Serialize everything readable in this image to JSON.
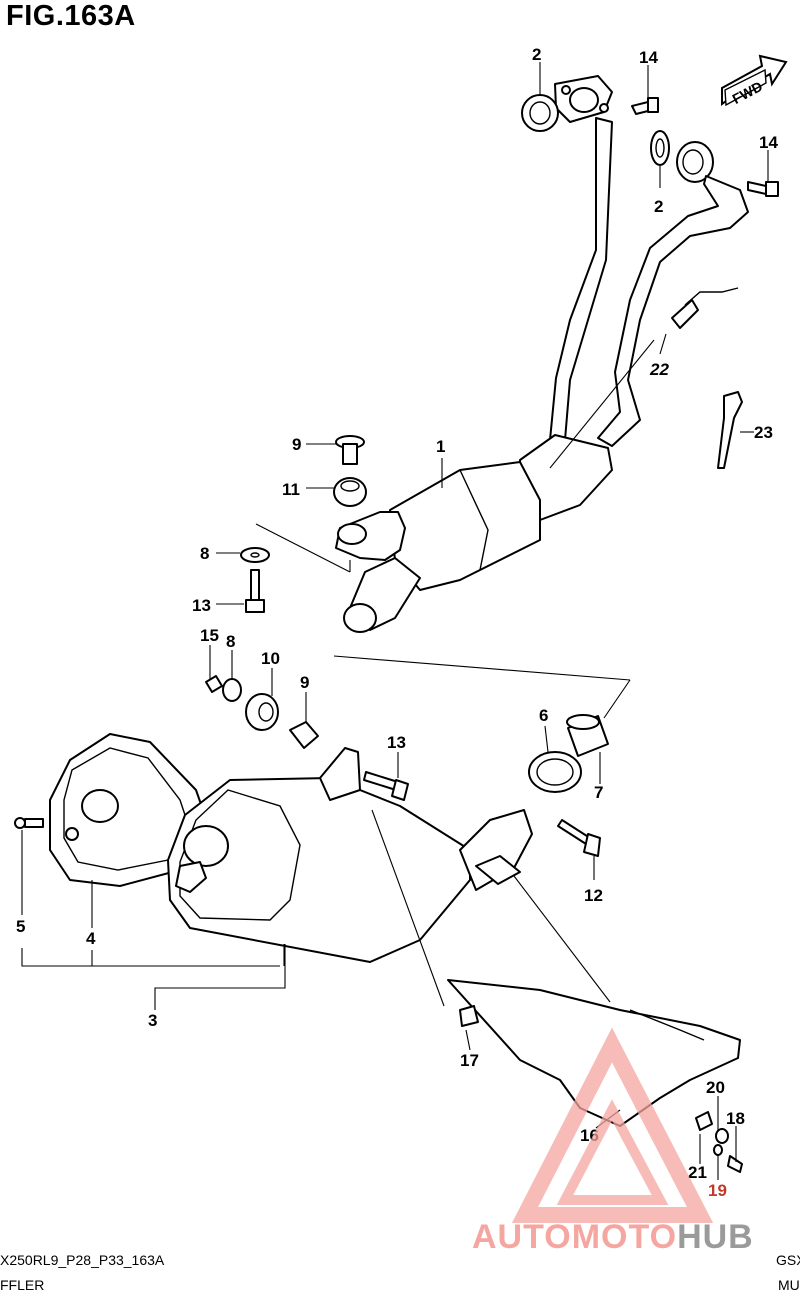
{
  "figure_title": "FIG.163A",
  "fwd_label": "FWD",
  "callouts": {
    "c1": "1",
    "c2a": "2",
    "c2b": "2",
    "c3": "3",
    "c4": "4",
    "c5": "5",
    "c6": "6",
    "c7": "7",
    "c8a": "8",
    "c8b": "8",
    "c9a": "9",
    "c9b": "9",
    "c10": "10",
    "c11": "11",
    "c12": "12",
    "c13a": "13",
    "c13b": "13",
    "c14a": "14",
    "c14b": "14",
    "c15": "15",
    "c16": "16",
    "c17": "17",
    "c18": "18",
    "c19": "19",
    "c20": "20",
    "c21": "21",
    "c22": "22",
    "c23": "23"
  },
  "footer": {
    "left_code": "X250RL9_P28_P33_163A",
    "left_name": "FFLER",
    "right_code": "GSX",
    "right_name": "MU"
  },
  "watermark": {
    "part1": "AUTOMOTO",
    "part2": "HUB",
    "color_primary": "#f5a6a0",
    "color_secondary": "#9a9a9a"
  }
}
